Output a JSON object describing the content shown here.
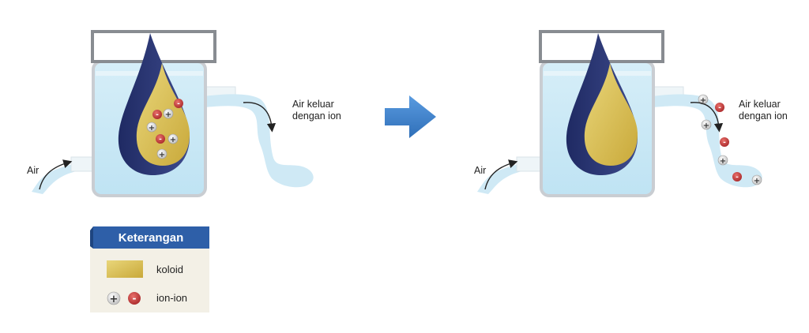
{
  "left_panel": {
    "inlet_label": "Air",
    "outlet_label_line1": "Air keluar",
    "outlet_label_line2": "dengan ion"
  },
  "right_panel": {
    "inlet_label": "Air",
    "outlet_label_line1": "Air keluar",
    "outlet_label_line2": "dengan ion"
  },
  "legend": {
    "title": "Keterangan",
    "items": [
      {
        "label": "koloid"
      },
      {
        "label": "ion-ion"
      }
    ]
  },
  "symbols": {
    "positive": "+",
    "negative": "-"
  },
  "colors": {
    "water": "#cfe9f5",
    "beaker_edge": "#c9cdd2",
    "membrane": "#2f3a78",
    "colloid": "#d8bf57",
    "arrow": "#3a7fc9",
    "legend_header": "#2e5fa8",
    "legend_bg": "#f3f0e6",
    "neg_ion": "#c9403f",
    "pos_ion": "#e2e2e2"
  }
}
